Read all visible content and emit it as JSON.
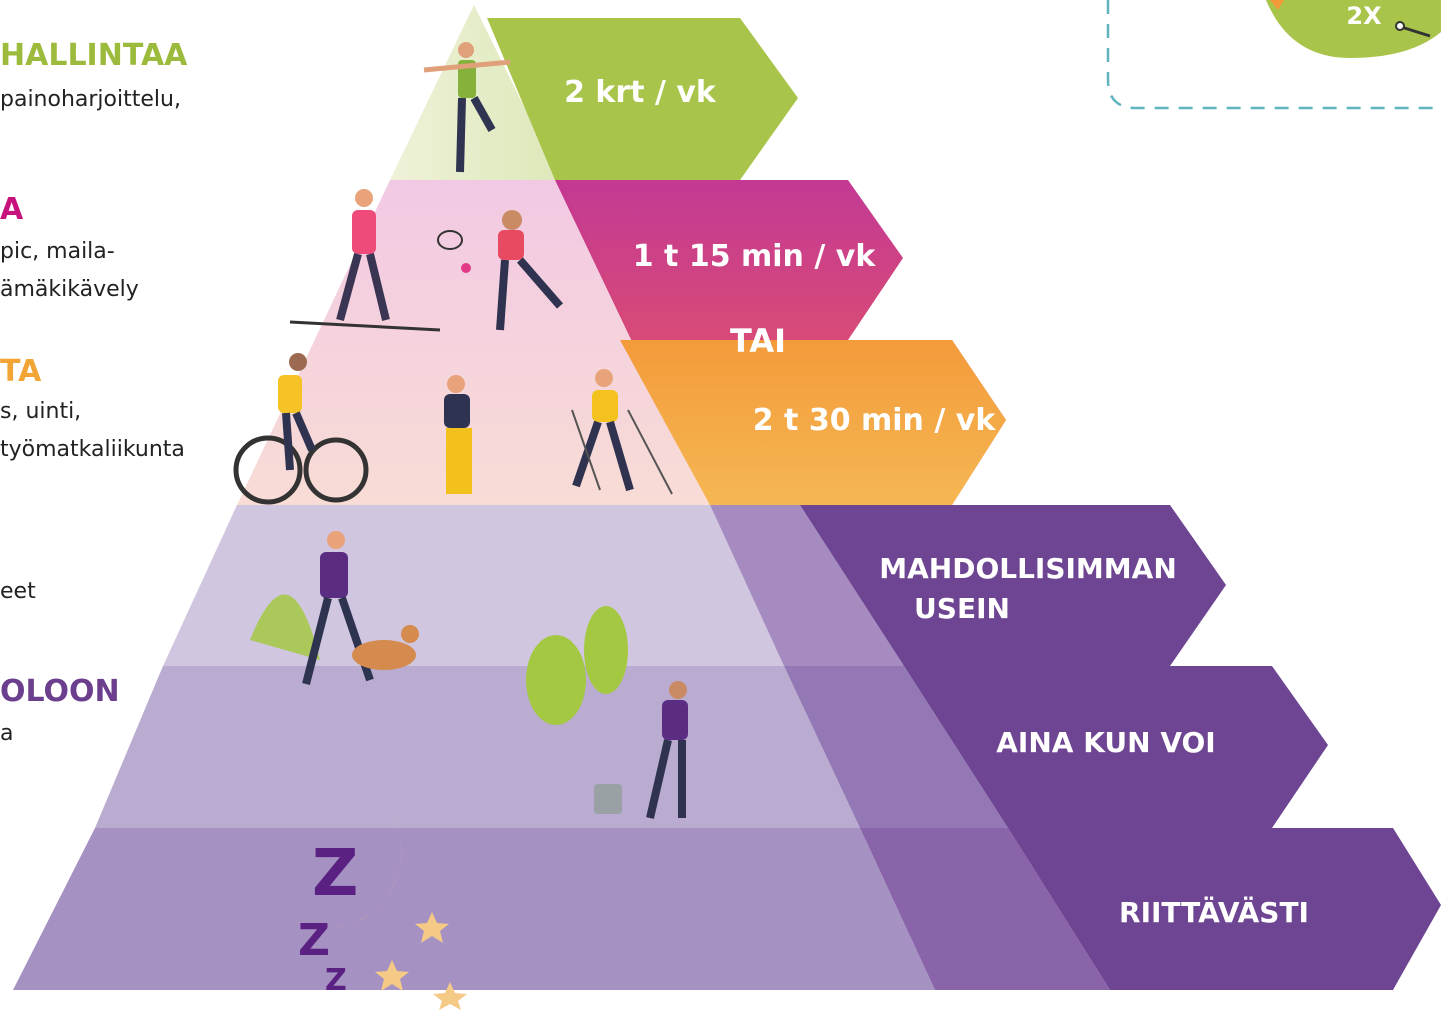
{
  "left_text": {
    "strength_heading": "HALLINTAA",
    "strength_body": "painoharjoittelu,",
    "vigorous_heading": "A",
    "vigorous_body_1": "pic, maila-",
    "vigorous_body_2": "ämäkikävely",
    "moderate_heading": "TA",
    "moderate_body_1": "s, uinti,",
    "moderate_body_2": "työmatkaliikunta",
    "daily_body": "eet",
    "sitting_heading": "OLOON",
    "sitting_body": "a"
  },
  "levels": {
    "strength_label": "2 krt / vk",
    "vigorous_label": "1 t 15 min / vk",
    "or_label": "TAI",
    "moderate_label": "2 t 30 min / vk",
    "daily_label_1": "MAHDOLLISIMMAN",
    "daily_label_2": "USEIN",
    "break_label": "AINA KUN VOI",
    "sleep_label": "RIITTÄVÄSTI"
  },
  "badge": {
    "label": "2X"
  },
  "colors": {
    "strength_green": "#a9c44a",
    "vigorous_magenta": "#c8338c",
    "moderate_orange": "#f0a843",
    "daily_purple": "#6b4591",
    "heading_green": "#9cba3c",
    "heading_magenta": "#c7127e",
    "heading_orange": "#f2a534",
    "heading_purple": "#6b3f8e",
    "dash_teal": "#5fb4bd"
  }
}
